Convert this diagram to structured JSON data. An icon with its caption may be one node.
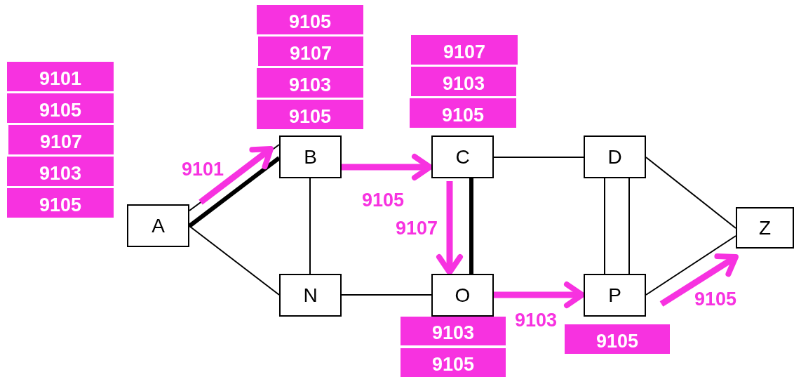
{
  "diagram": {
    "nodes": [
      {
        "text": [
          "A"
        ]
      },
      {
        "text": [
          "B"
        ]
      },
      {
        "text": [
          "C"
        ]
      },
      {
        "text": [
          "D"
        ]
      },
      {
        "text": [
          "N"
        ]
      },
      {
        "text": [
          "O"
        ]
      },
      {
        "text": [
          "P"
        ]
      },
      {
        "text": [
          "Z"
        ]
      },
      {
        "text": [
          "9101"
        ]
      },
      {
        "text": [
          "9105"
        ]
      },
      {
        "text": [
          "9107"
        ]
      },
      {
        "text": [
          "9103"
        ]
      },
      {
        "text": [
          "9105"
        ]
      },
      {
        "text": [
          "9105"
        ]
      },
      {
        "text": [
          "9107"
        ]
      },
      {
        "text": [
          "9103"
        ]
      },
      {
        "text": [
          "9105"
        ]
      },
      {
        "text": [
          "9107"
        ]
      },
      {
        "text": [
          "9103"
        ]
      },
      {
        "text": [
          "9105"
        ]
      },
      {
        "text": [
          "9103"
        ]
      },
      {
        "text": [
          "9105"
        ]
      },
      {
        "text": [
          "9105"
        ]
      }
    ],
    "edges": [
      {
        "from": 0,
        "to": 1,
        "arrow": "none"
      },
      {
        "from": 0,
        "to": 1,
        "arrow": "none",
        "style": "thick"
      },
      {
        "from": 0,
        "to": 4,
        "arrow": "none"
      },
      {
        "from": 1,
        "to": 4,
        "arrow": "none"
      },
      {
        "from": 2,
        "to": 3,
        "arrow": "none"
      },
      {
        "from": 2,
        "to": 5,
        "arrow": "none",
        "style": "thick"
      },
      {
        "from": 4,
        "to": 5,
        "arrow": "none"
      },
      {
        "from": 3,
        "to": 6,
        "arrow": "none"
      },
      {
        "from": 3,
        "to": 6,
        "arrow": "none"
      },
      {
        "from": 3,
        "to": 7,
        "arrow": "none"
      },
      {
        "from": 6,
        "to": 7,
        "arrow": "none"
      },
      {
        "from": 0,
        "to": 1,
        "arrow": "to",
        "label": "9101",
        "style": "thick",
        "color": "#f732e0"
      },
      {
        "from": 1,
        "to": 2,
        "arrow": "to",
        "label": "9105",
        "style": "thick",
        "color": "#f732e0"
      },
      {
        "from": 2,
        "to": 5,
        "arrow": "to",
        "label": "9107",
        "style": "thick",
        "color": "#f732e0"
      },
      {
        "from": 5,
        "to": 6,
        "arrow": "to",
        "label": "9103",
        "style": "thick",
        "color": "#f732e0"
      },
      {
        "from": 6,
        "to": 7,
        "arrow": "to",
        "label": "9105",
        "style": "thick",
        "color": "#f732e0"
      }
    ]
  }
}
